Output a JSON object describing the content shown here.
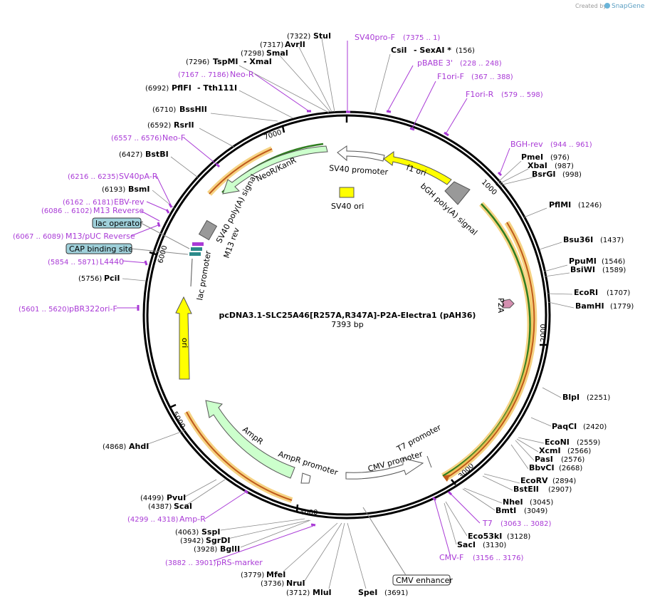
{
  "credit": {
    "prefix": "Created by",
    "brand": "SnapGene"
  },
  "plasmid": {
    "name": "pcDNA3.1-SLC25A46[R257A,R347A]-P2A-Electra1 (pAH36)",
    "length": "7393 bp"
  },
  "ticks": {
    "t1000": "1000",
    "t2000": "2000",
    "t3000": "3000",
    "t4000": "4000",
    "t5000": "5000",
    "t6000": "6000",
    "t7000": "7000"
  },
  "features": {
    "sv40_promoter": "SV40 promoter",
    "f1_ori": "f1 ori",
    "neor": "NeoR/KanR",
    "sv40_ori": "SV40 ori",
    "bgh": "bGH poly(A) signal",
    "sv40pa": "SV40 poly(A) signal",
    "m13rev": "M13 rev",
    "lac_promoter": "lac promoter",
    "ori": "ori",
    "p2a": "P2A",
    "ampr": "AmpR",
    "ampr_promoter": "AmpR promoter",
    "t7_promoter": "T7 promoter",
    "cmv_promoter": "CMV promoter"
  },
  "boxed": {
    "lac_operator": "lac operator",
    "cap_site": "CAP binding site",
    "cmv_enhancer": "CMV enhancer"
  },
  "sites": {
    "stui": {
      "name": "StuI",
      "pos": "(7322)"
    },
    "avrii": {
      "name": "AvrII",
      "pos": "(7317)"
    },
    "smai": {
      "name": "SmaI",
      "pos": "(7298)"
    },
    "tspmi": {
      "name": "TspMI",
      "pos": "(7296)"
    },
    "xmai": {
      "name": "- XmaI"
    },
    "pflfi": {
      "name": "PflFI",
      "pos": "(6992)"
    },
    "tth111i": {
      "name": "- Tth111I"
    },
    "bsshii": {
      "name": "BssHII",
      "pos": "(6710)"
    },
    "rsrii": {
      "name": "RsrII",
      "pos": "(6592)"
    },
    "bstbi": {
      "name": "BstBI",
      "pos": "(6427)"
    },
    "bsmi": {
      "name": "BsmI",
      "pos": "(6193)"
    },
    "pcii": {
      "name": "PciI",
      "pos": "(5756)"
    },
    "csii": {
      "name": "CsiI",
      "pos": "(156)"
    },
    "sexai": {
      "name": "- SexAI *"
    },
    "pmei": {
      "name": "PmeI",
      "pos": "(976)"
    },
    "xbai": {
      "name": "XbaI",
      "pos": "(987)"
    },
    "bsrgi": {
      "name": "BsrGI",
      "pos": "(998)"
    },
    "pflmi": {
      "name": "PflMI",
      "pos": "(1246)"
    },
    "bsu36i": {
      "name": "Bsu36I",
      "pos": "(1437)"
    },
    "ppumi": {
      "name": "PpuMI",
      "pos": "(1546)"
    },
    "bsiwi": {
      "name": "BsiWI",
      "pos": "(1589)"
    },
    "ecori": {
      "name": "EcoRI",
      "pos": "(1707)"
    },
    "bamhi": {
      "name": "BamHI",
      "pos": "(1779)"
    },
    "blpi": {
      "name": "BlpI",
      "pos": "(2251)"
    },
    "paqci": {
      "name": "PaqCI",
      "pos": "(2420)"
    },
    "ecoNi": {
      "name": "EcoNI",
      "pos": "(2559)"
    },
    "xcmi": {
      "name": "XcmI",
      "pos": "(2566)"
    },
    "pasi": {
      "name": "PasI",
      "pos": "(2576)"
    },
    "bbvci": {
      "name": "BbvCI",
      "pos": "(2668)"
    },
    "ecorv": {
      "name": "EcoRV",
      "pos": "(2894)"
    },
    "bsteii": {
      "name": "BstEII",
      "pos": "(2907)"
    },
    "nhei": {
      "name": "NheI",
      "pos": "(3045)"
    },
    "bmti": {
      "name": "BmtI",
      "pos": "(3049)"
    },
    "eco53ki": {
      "name": "Eco53kI",
      "pos": "(3128)"
    },
    "saci": {
      "name": "SacI",
      "pos": "(3130)"
    },
    "spei": {
      "name": "SpeI",
      "pos": "(3691)"
    },
    "mlui": {
      "name": "MluI",
      "pos": "(3712)"
    },
    "nrui": {
      "name": "NruI",
      "pos": "(3736)"
    },
    "mfei": {
      "name": "MfeI",
      "pos": "(3779)"
    },
    "bglii": {
      "name": "BglII",
      "pos": "(3928)"
    },
    "sgrdi": {
      "name": "SgrDI",
      "pos": "(3942)"
    },
    "sspi": {
      "name": "SspI",
      "pos": "(4063)"
    },
    "scai": {
      "name": "ScaI",
      "pos": "(4387)"
    },
    "pvui": {
      "name": "PvuI",
      "pos": "(4499)"
    },
    "ahdi": {
      "name": "AhdI",
      "pos": "(4868)"
    }
  },
  "primers": {
    "sv40prof": {
      "name": "SV40pro-F",
      "range": "(7375 .. 1)"
    },
    "pbabe3": {
      "name": "pBABE 3'",
      "range": "(228 .. 248)"
    },
    "f1orif": {
      "name": "F1ori-F",
      "range": "(367 .. 388)"
    },
    "f1orir": {
      "name": "F1ori-R",
      "range": "(579 .. 598)"
    },
    "bghrev": {
      "name": "BGH-rev",
      "range": "(944 .. 961)"
    },
    "neor": {
      "name": "Neo-R",
      "range": "(7167 .. 7186)"
    },
    "neof": {
      "name": "Neo-F",
      "range": "(6557 .. 6576)"
    },
    "sv40par": {
      "name": "SV40pA-R",
      "range": "(6216 .. 6235)"
    },
    "ebvrev": {
      "name": "EBV-rev",
      "range": "(6162 .. 6181)"
    },
    "m13reverse": {
      "name": "M13 Reverse",
      "range": "(6086 .. 6102)"
    },
    "m13puc": {
      "name": "M13/pUC Reverse",
      "range": "(6067 .. 6089)"
    },
    "l4440": {
      "name": "L4440",
      "range": "(5854 .. 5871)"
    },
    "pbr322": {
      "name": "pBR322ori-F",
      "range": "(5601 .. 5620)"
    },
    "t7": {
      "name": "T7",
      "range": "(3063 .. 3082)"
    },
    "cmvf": {
      "name": "CMV-F",
      "range": "(3156 .. 3176)"
    },
    "ampr": {
      "name": "Amp-R",
      "range": "(4299 .. 4318)"
    },
    "prsmarker": {
      "name": "pRS-marker",
      "range": "(3882 .. 3901)"
    }
  },
  "colors": {
    "backbone": "#000000",
    "primer": "#a93ad6",
    "promoter_fill": "#ffffff",
    "ori_fill": "#ffff00",
    "gene_fill": "#ccffcc",
    "polyA_fill": "#999999",
    "orf_track": "#2e7d1e",
    "orf_glow": "#f2c14e",
    "boxed_fill": "#9fd0da"
  }
}
